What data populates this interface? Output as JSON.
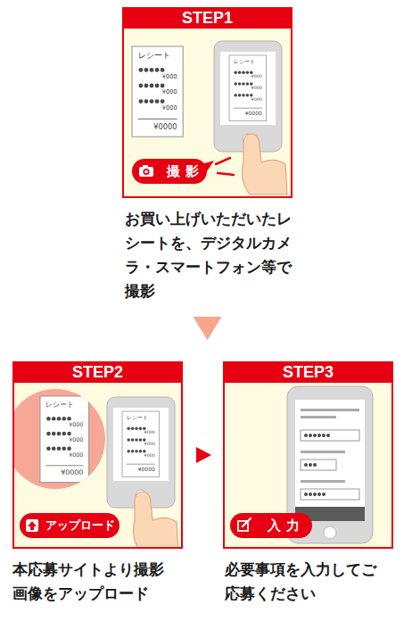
{
  "diagram": {
    "nodes": [
      {
        "text": [
          "STEP1",
          "お買い上げいただいたレシートを、デジタルカメラ・スマートフォン等で撮影"
        ]
      },
      {
        "text": [
          "撮 影"
        ],
        "in": 0
      },
      {
        "text": [
          "STEP2",
          "本応募サイトより撮影画像をアップロード"
        ]
      },
      {
        "text": [
          "アップロード"
        ],
        "in": 2
      },
      {
        "text": [
          "STEP3",
          "必要事項を入力してご応募ください"
        ]
      },
      {
        "text": [
          "入 力"
        ],
        "in": 4
      }
    ],
    "edges": [
      {
        "from": 0,
        "to": 2,
        "arrow": "to"
      },
      {
        "from": 2,
        "to": 4,
        "arrow": "to"
      }
    ],
    "labels": [
      "レシート",
      "¥000",
      "¥000",
      "¥000",
      "¥0000",
      "レシート",
      "¥000",
      "¥000",
      "¥000",
      "¥0000",
      "レシート",
      "¥000",
      "¥000",
      "¥000",
      "¥0000",
      "レシート",
      "¥000",
      "¥000",
      "¥000",
      "¥0000"
    ]
  }
}
